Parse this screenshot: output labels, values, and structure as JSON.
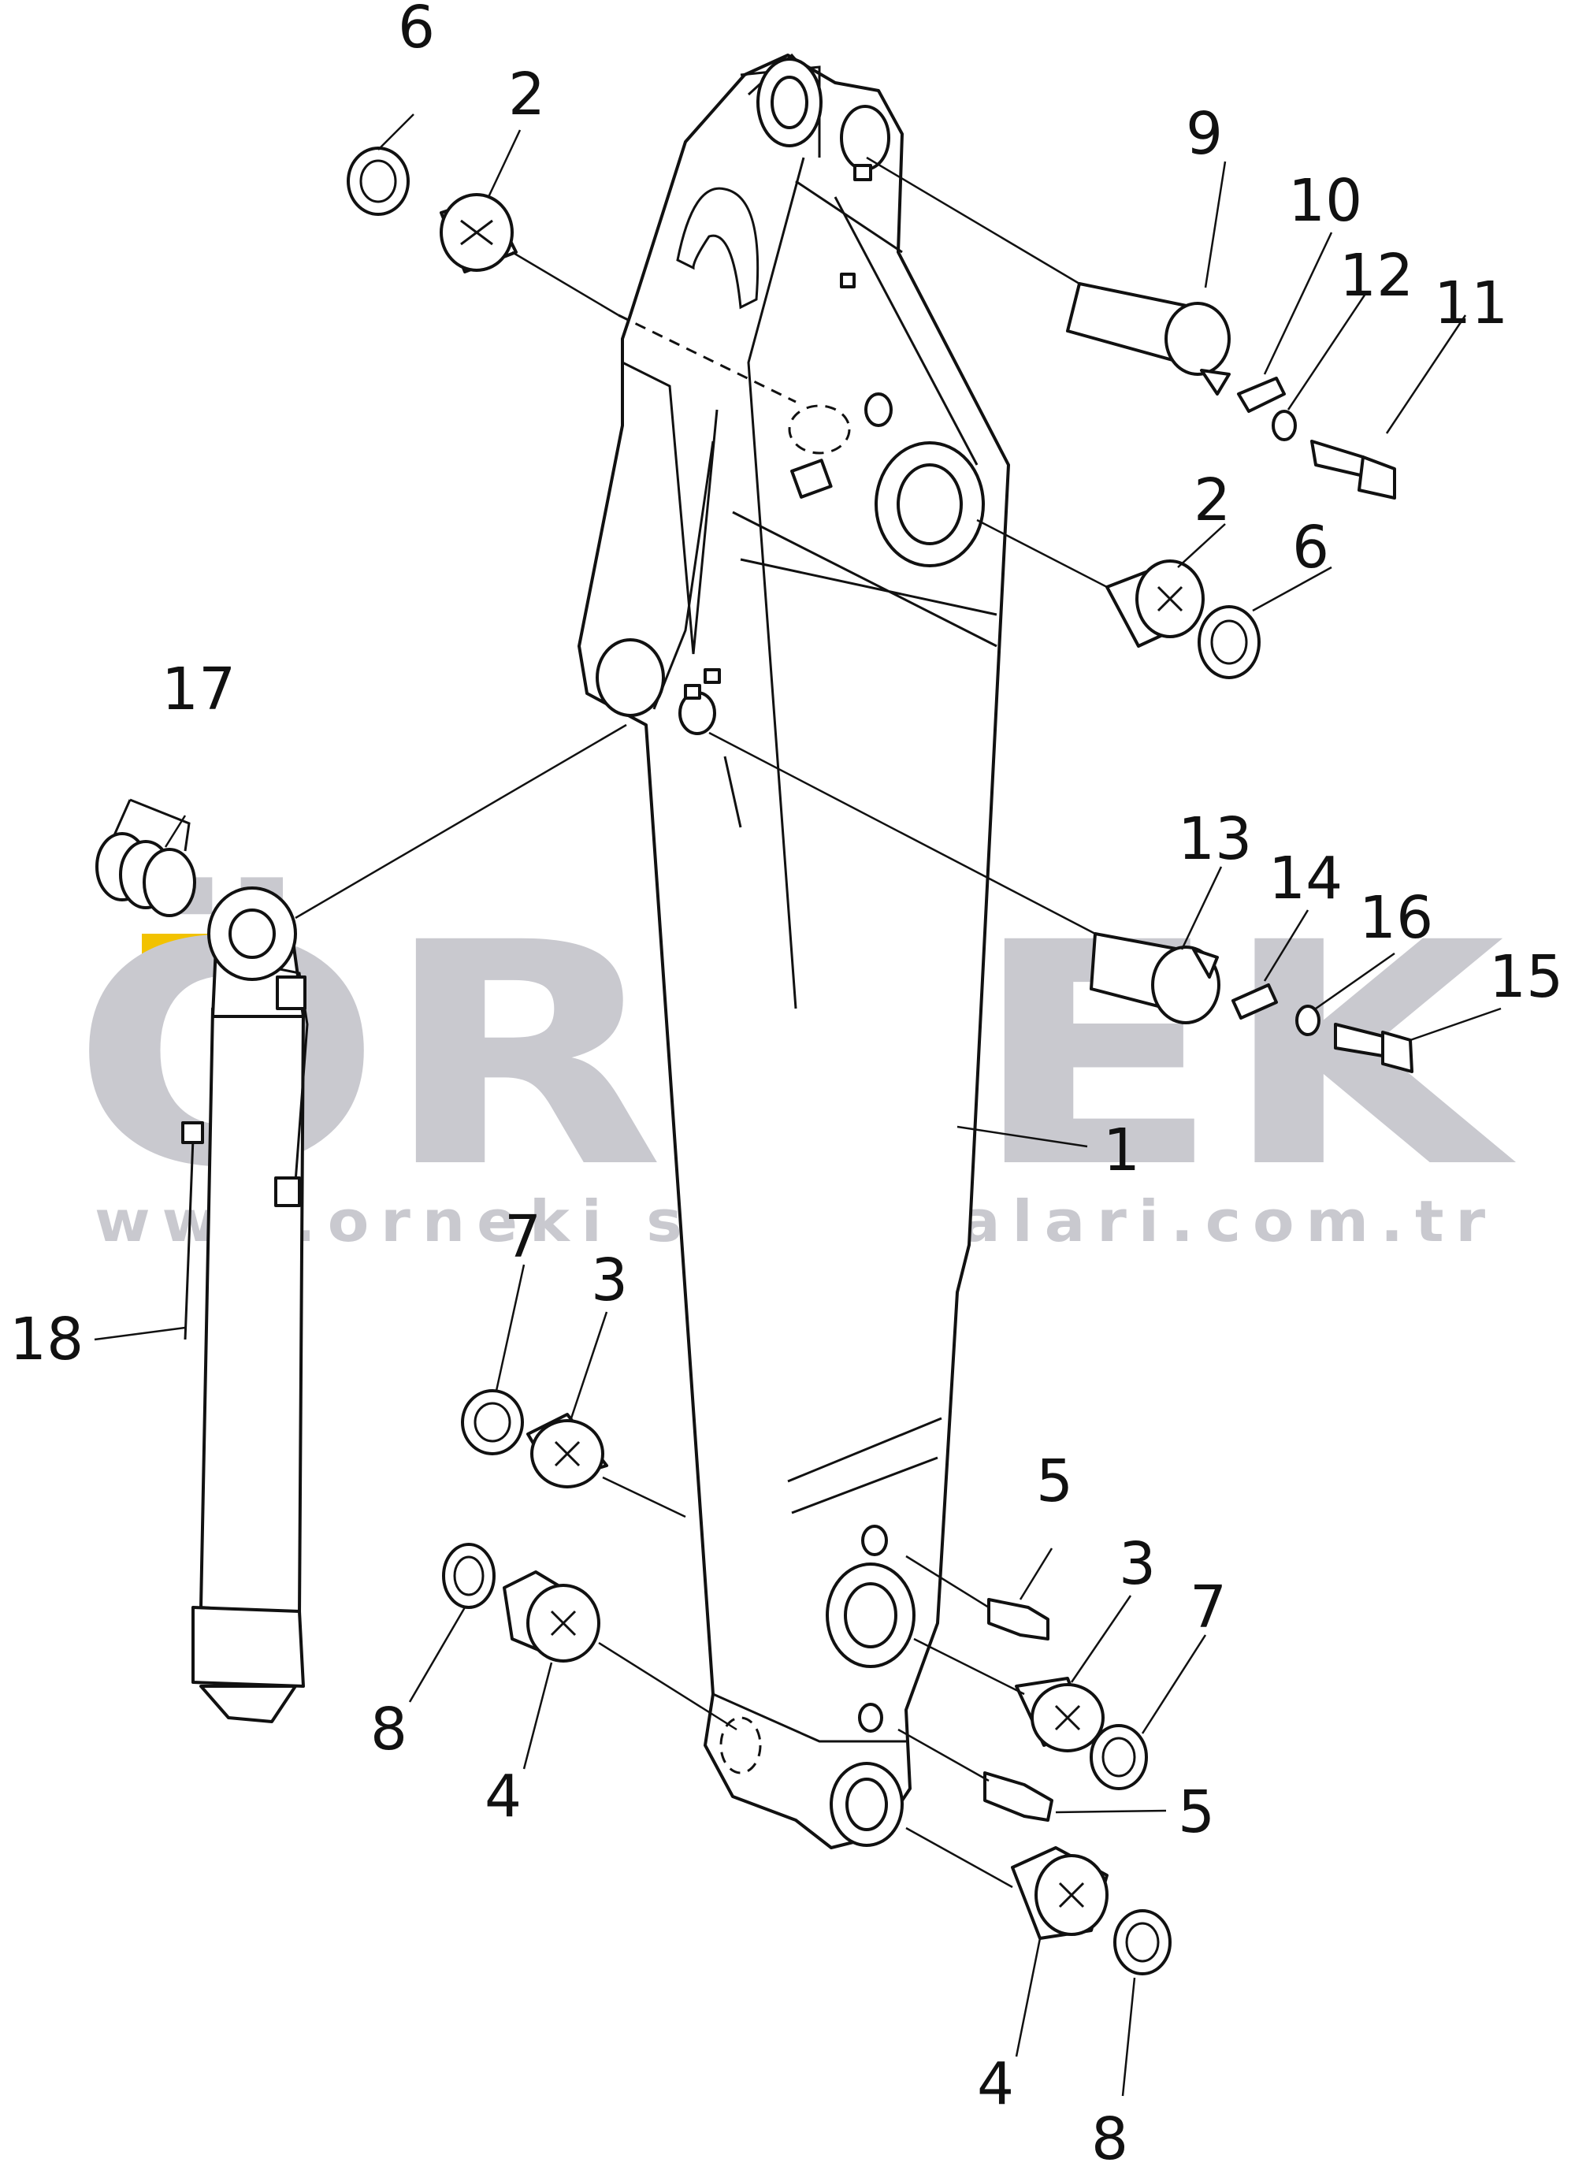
{
  "watermark": {
    "brand": "ÖRNEK",
    "url": "www.orneki smakinalari.com.tr",
    "color": "#c9c9cf",
    "accent_color": "#f2c200"
  },
  "callouts": [
    {
      "id": "c1",
      "text": "1"
    },
    {
      "id": "c2a",
      "text": "2"
    },
    {
      "id": "c2b",
      "text": "2"
    },
    {
      "id": "c3a",
      "text": "3"
    },
    {
      "id": "c3b",
      "text": "3"
    },
    {
      "id": "c4a",
      "text": "4"
    },
    {
      "id": "c4b",
      "text": "4"
    },
    {
      "id": "c5a",
      "text": "5"
    },
    {
      "id": "c5b",
      "text": "5"
    },
    {
      "id": "c6a",
      "text": "6"
    },
    {
      "id": "c6b",
      "text": "6"
    },
    {
      "id": "c7a",
      "text": "7"
    },
    {
      "id": "c7b",
      "text": "7"
    },
    {
      "id": "c8a",
      "text": "8"
    },
    {
      "id": "c8b",
      "text": "8"
    },
    {
      "id": "c9",
      "text": "9"
    },
    {
      "id": "c10",
      "text": "10"
    },
    {
      "id": "c11",
      "text": "11"
    },
    {
      "id": "c12",
      "text": "12"
    },
    {
      "id": "c13",
      "text": "13"
    },
    {
      "id": "c14",
      "text": "14"
    },
    {
      "id": "c15",
      "text": "15"
    },
    {
      "id": "c16",
      "text": "16"
    },
    {
      "id": "c17",
      "text": "17"
    },
    {
      "id": "c18",
      "text": "18"
    }
  ]
}
